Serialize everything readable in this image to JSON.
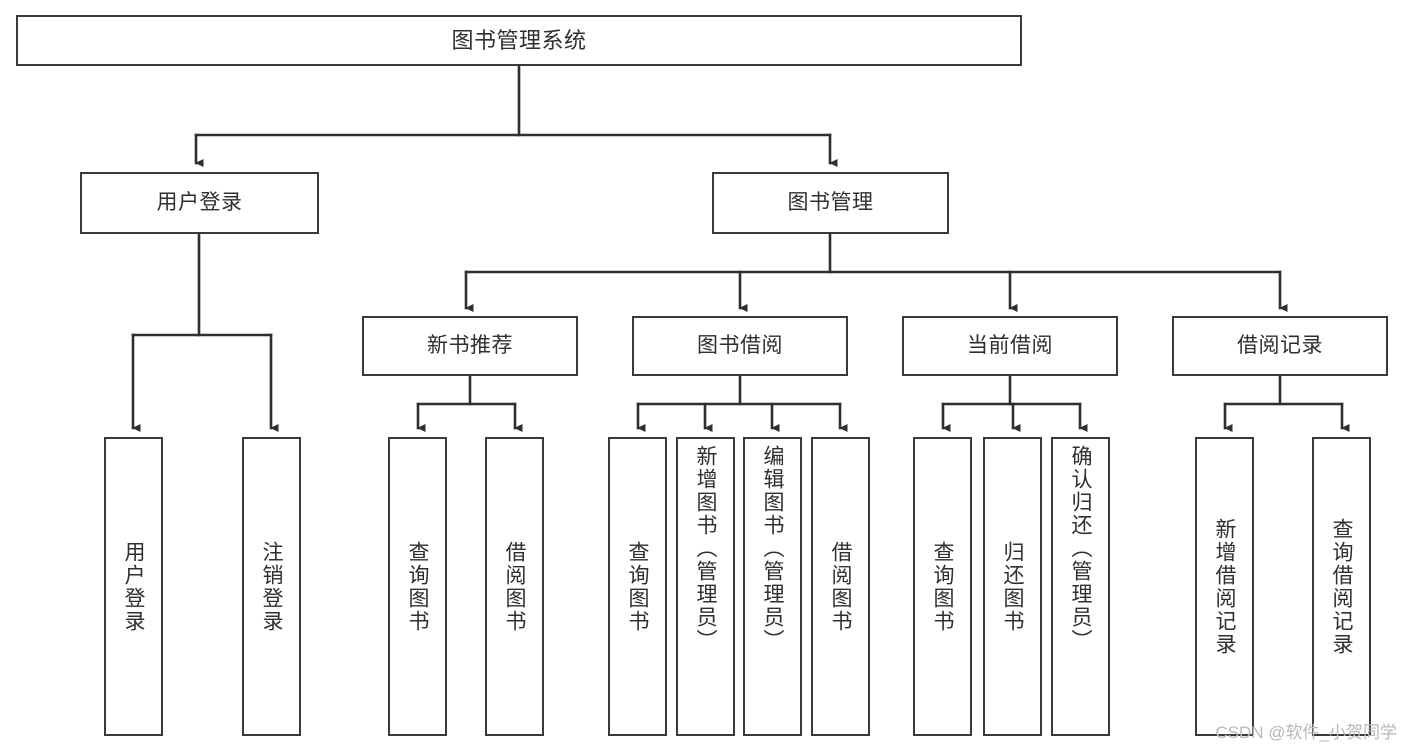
{
  "diagram": {
    "title": "图书管理系统",
    "type": "tree",
    "watermark": "CSDN @软件_小贺同学",
    "colors": {
      "box_border": "#3a3a3a",
      "box_fill": "#ffffff",
      "edge": "#2f2f2f",
      "text": "#2f2f2f",
      "watermark": "#b8b8b8",
      "background": "#ffffff"
    },
    "nodes": {
      "root": {
        "label": "图书管理系统"
      },
      "level1": [
        {
          "id": "user-login",
          "label": "用户登录"
        },
        {
          "id": "book-manage",
          "label": "图书管理"
        }
      ],
      "level2": [
        {
          "id": "new-book-recommend",
          "label": "新书推荐"
        },
        {
          "id": "book-borrow",
          "label": "图书借阅"
        },
        {
          "id": "current-borrow",
          "label": "当前借阅"
        },
        {
          "id": "borrow-record",
          "label": "借阅记录"
        }
      ],
      "leaves": {
        "user-login": [
          {
            "id": "leaf-user-login",
            "label": "用户登录"
          },
          {
            "id": "leaf-logout-login",
            "label": "注销登录"
          }
        ],
        "new-book-recommend": [
          {
            "id": "leaf-query-book-1",
            "label": "查询图书"
          },
          {
            "id": "leaf-borrow-book-1",
            "label": "借阅图书"
          }
        ],
        "book-borrow": [
          {
            "id": "leaf-query-book-2",
            "label": "查询图书"
          },
          {
            "id": "leaf-add-book",
            "label": "新增图书（管理员）"
          },
          {
            "id": "leaf-edit-book",
            "label": "编辑图书（管理员）"
          },
          {
            "id": "leaf-borrow-book-2",
            "label": "借阅图书"
          }
        ],
        "current-borrow": [
          {
            "id": "leaf-query-book-3",
            "label": "查询图书"
          },
          {
            "id": "leaf-return-book",
            "label": "归还图书"
          },
          {
            "id": "leaf-confirm-return",
            "label": "确认归还（管理员）"
          }
        ],
        "borrow-record": [
          {
            "id": "leaf-add-record",
            "label": "新增借阅记录"
          },
          {
            "id": "leaf-query-record",
            "label": "查询借阅记录"
          }
        ]
      }
    }
  }
}
